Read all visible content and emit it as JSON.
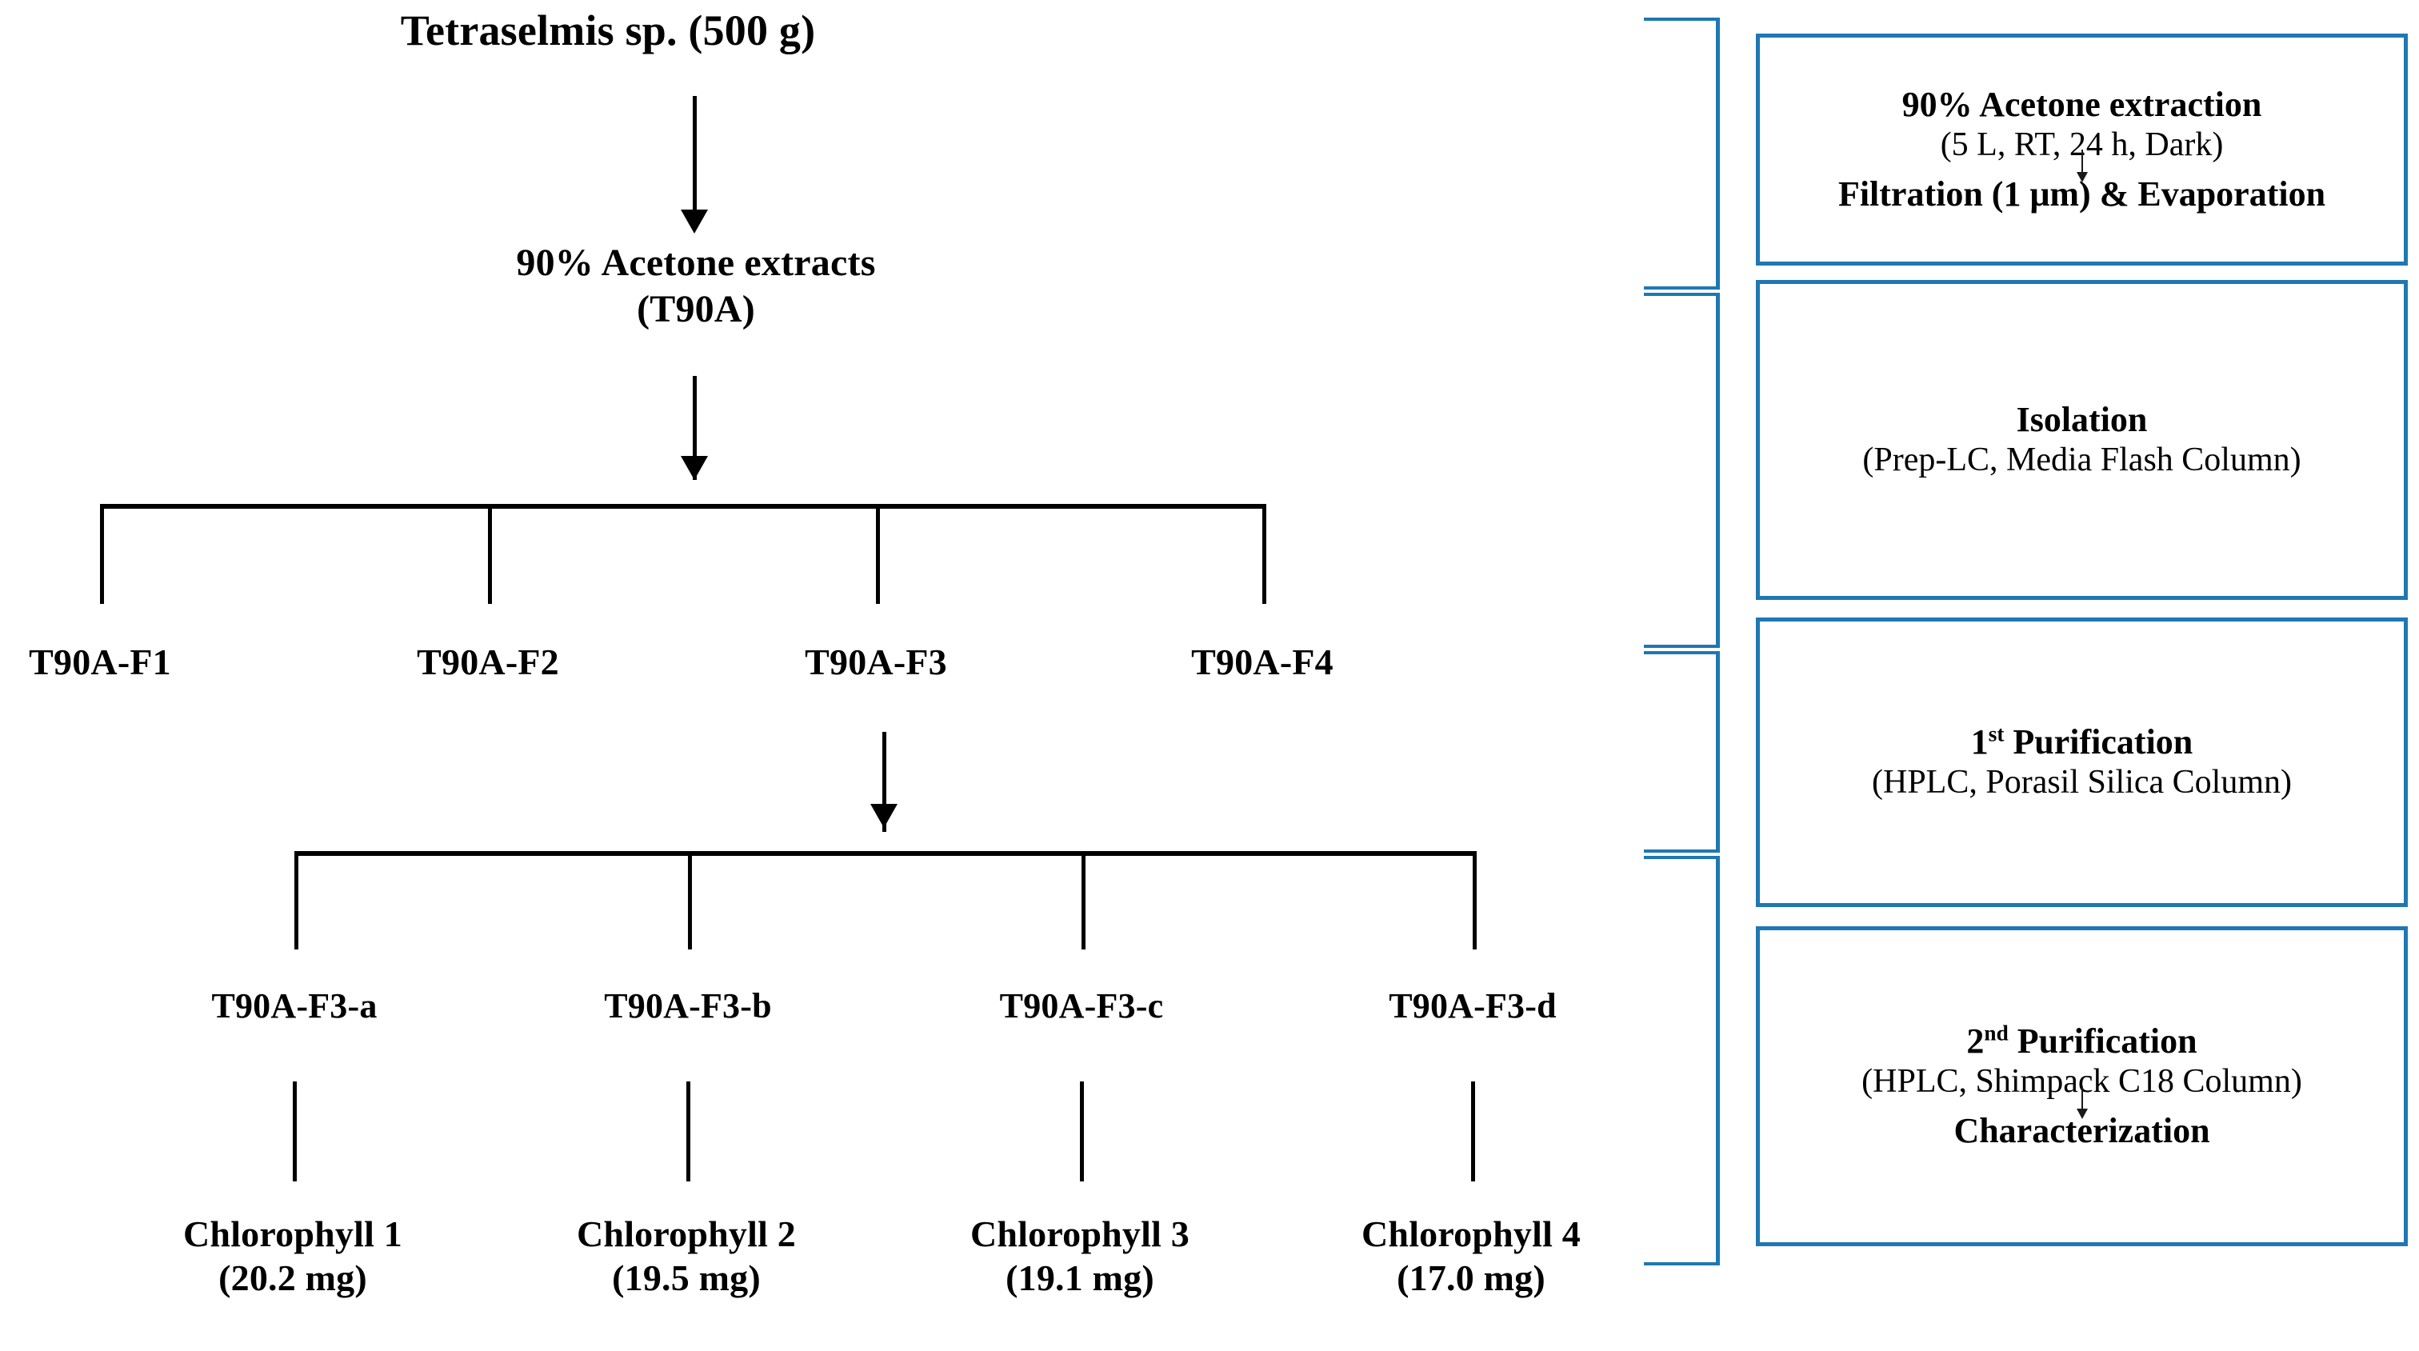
{
  "flow": {
    "source": {
      "label": "Tetraselmis sp. (500 g)"
    },
    "extract": {
      "line1": "90% Acetone extracts",
      "line2": "(T90A)"
    },
    "fractions": [
      {
        "label": "T90A-F1"
      },
      {
        "label": "T90A-F2"
      },
      {
        "label": "T90A-F3"
      },
      {
        "label": "T90A-F4"
      }
    ],
    "subfractions": [
      {
        "label": "T90A-F3-a"
      },
      {
        "label": "T90A-F3-b"
      },
      {
        "label": "T90A-F3-c"
      },
      {
        "label": "T90A-F3-d"
      }
    ],
    "products": [
      {
        "name": "Chlorophyll 1",
        "amount": "(20.2 mg)"
      },
      {
        "name": "Chlorophyll 2",
        "amount": "(19.5 mg)"
      },
      {
        "name": "Chlorophyll 3",
        "amount": "(19.1 mg)"
      },
      {
        "name": "Chlorophyll 4",
        "amount": "(17.0 mg)"
      }
    ]
  },
  "steps": [
    {
      "title": "90% Acetone extraction",
      "detail": "(5 L, RT, 24 h, Dark)",
      "has_arrow": true,
      "footer": "Filtration (1 μm) & Evaporation"
    },
    {
      "title": "Isolation",
      "detail": "(Prep-LC, Media Flash Column)",
      "has_arrow": false,
      "footer": ""
    },
    {
      "title_prefix": "1",
      "title_sup": "st",
      "title_rest": " Purification",
      "detail": "(HPLC, Porasil Silica Column)",
      "has_arrow": false,
      "footer": ""
    },
    {
      "title_prefix": "2",
      "title_sup": "nd",
      "title_rest": " Purification",
      "detail": "(HPLC, Shimpack C18 Column)",
      "has_arrow": true,
      "footer": "Characterization"
    }
  ],
  "colors": {
    "accent": "#1f77b4",
    "line": "#000000",
    "background": "#ffffff"
  }
}
